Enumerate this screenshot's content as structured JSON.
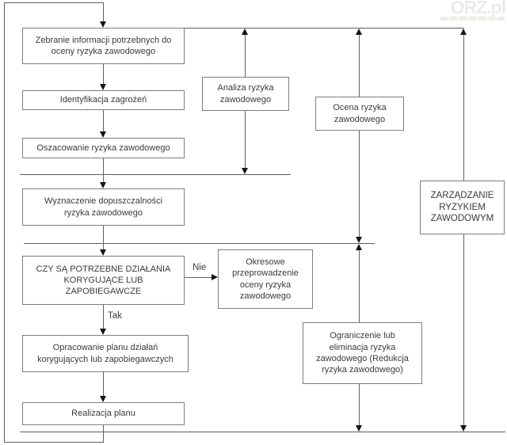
{
  "logo": {
    "text": "ORZ.pl"
  },
  "labels": {
    "yes": "Tak",
    "no": "Nie"
  },
  "boxes": {
    "zebranie": "Zebranie informacji potrzebnych do\noceny ryzyka zawodowego",
    "identyfikacja": "Identyfikacja zagrożeń",
    "oszacowanie": "Oszacowanie ryzyka zawodowego",
    "wyznaczenie": "Wyznaczenie dopuszczalności\nryzyka zawodowego",
    "decyzja": "CZY SĄ POTRZEBNE DZIAŁANIA\nKORYGUJĄCE LUB\nZAPOBIEGAWCZE",
    "okresowe": "Okresowe\nprzeprowadzenie\noceny ryzyka\nzawodowego",
    "opracowanie": "Opracowanie planu działań\nkorygujących lub zapobiegawczych",
    "realizacja": "Realizacja planu",
    "analiza": "Analiza ryzyka\nzawodowego",
    "ocena": "Ocena ryzyka\nzawodowego",
    "ograniczenie": "Ograniczenie lub\neliminacja ryzyka\nzawodowego (Redukcja\nryzyka zawodowego)",
    "zarzadzanie": "ZARZĄDZANIE\nRYZYKIEM\nZAWODOWYM"
  },
  "colors": {
    "line": "#5f5f5f",
    "box_border": "#7d7d7d",
    "text": "#3a3a3a",
    "arrow": "#151515",
    "background": "#ffffff",
    "logo_gray": "#ebebe7",
    "logo_accent": "#dfe5dc"
  }
}
